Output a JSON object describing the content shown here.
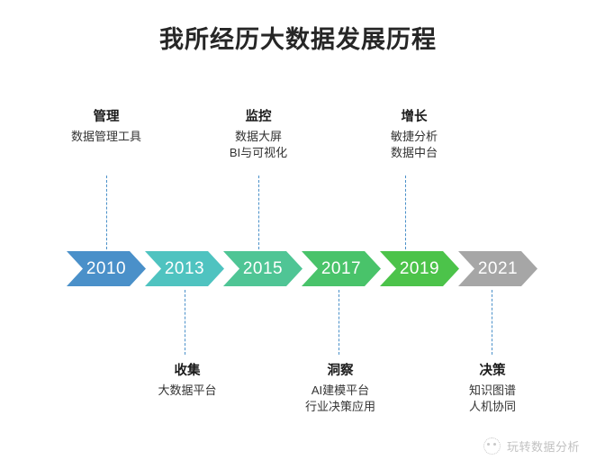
{
  "title": "我所经历大数据发展历程",
  "timeline": {
    "segments": [
      {
        "year": "2010",
        "color": "#4a90c9"
      },
      {
        "year": "2013",
        "color": "#4fc3c0"
      },
      {
        "year": "2015",
        "color": "#4fc595"
      },
      {
        "year": "2017",
        "color": "#49c36a"
      },
      {
        "year": "2019",
        "color": "#4cc34a"
      },
      {
        "year": "2021",
        "color": "#a6a6a6"
      }
    ]
  },
  "callouts": {
    "top": [
      {
        "head": "管理",
        "lines": [
          "数据管理工具"
        ]
      },
      {
        "head": "监控",
        "lines": [
          "数据大屏",
          "BI与可视化"
        ]
      },
      {
        "head": "增长",
        "lines": [
          "敏捷分析",
          "数据中台"
        ]
      }
    ],
    "bottom": [
      {
        "head": "收集",
        "lines": [
          "大数据平台"
        ]
      },
      {
        "head": "洞察",
        "lines": [
          "AI建模平台",
          "行业决策应用"
        ]
      },
      {
        "head": "决策",
        "lines": [
          "知识图谱",
          "人机协同"
        ]
      }
    ]
  },
  "watermark": {
    "icon": "circle-logo-icon",
    "text": "玩转数据分析"
  },
  "colors": {
    "connector": "#4a90c9",
    "title": "#262626",
    "label_text": "#ffffff"
  }
}
